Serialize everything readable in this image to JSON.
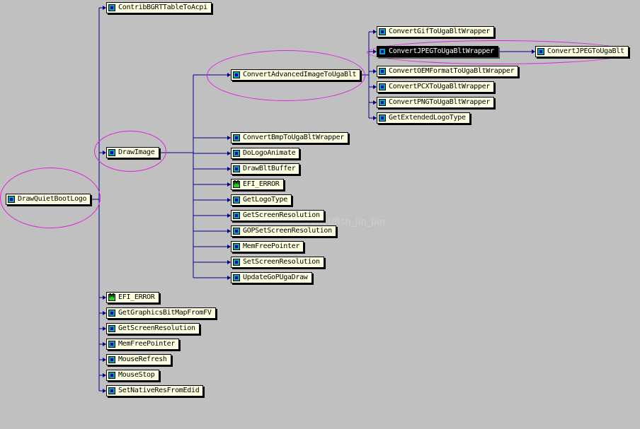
{
  "colors": {
    "background": "#c0c0c0",
    "connector": "#00008b",
    "highlight_ring": "#e020e0"
  },
  "root": {
    "label": "DrawQuietBootLogo",
    "icon": "function-icon"
  },
  "level1": [
    {
      "label": "ContribBGRTTableToAcpi",
      "icon": "function-icon"
    },
    {
      "label": "DrawImage",
      "icon": "function-icon"
    },
    {
      "label": "EFI_ERROR",
      "icon": "macro-icon"
    },
    {
      "label": "GetGraphicsBitMapFromFV",
      "icon": "function-icon"
    },
    {
      "label": "GetScreenResolution",
      "icon": "function-icon"
    },
    {
      "label": "MemFreePointer",
      "icon": "function-icon"
    },
    {
      "label": "MouseRefresh",
      "icon": "function-icon"
    },
    {
      "label": "MouseStop",
      "icon": "function-icon"
    },
    {
      "label": "SetNativeResFromEdid",
      "icon": "function-icon"
    }
  ],
  "drawimage_children": [
    {
      "label": "ConvertAdvancedImageToUgaBlt",
      "icon": "function-icon"
    },
    {
      "label": "ConvertBmpToUgaBltWrapper",
      "icon": "function-icon"
    },
    {
      "label": "DoLogoAnimate",
      "icon": "function-icon"
    },
    {
      "label": "DrawBltBuffer",
      "icon": "function-icon"
    },
    {
      "label": "EFI_ERROR",
      "icon": "macro-icon"
    },
    {
      "label": "GetLogoType",
      "icon": "function-icon"
    },
    {
      "label": "GetScreenResolution",
      "icon": "function-icon"
    },
    {
      "label": "GOPSetScreenResolution",
      "icon": "function-icon"
    },
    {
      "label": "MemFreePointer",
      "icon": "function-icon"
    },
    {
      "label": "SetScreenResolution",
      "icon": "function-icon"
    },
    {
      "label": "UpdateGoPUgaDraw",
      "icon": "function-icon"
    }
  ],
  "advanced_children": [
    {
      "label": "ConvertGifToUgaBltWrapper",
      "icon": "function-icon"
    },
    {
      "label": "ConvertJPEGToUgaBltWrapper",
      "icon": "function-icon",
      "selected": true
    },
    {
      "label": "ConvertOEMFormatToUgaBltWrapper",
      "icon": "function-icon"
    },
    {
      "label": "ConvertPCXToUgaBltWrapper",
      "icon": "function-icon"
    },
    {
      "label": "ConvertPNGToUgaBltWrapper",
      "icon": "function-icon"
    },
    {
      "label": "GetExtendedLogoType",
      "icon": "function-icon"
    }
  ],
  "jpeg_children": [
    {
      "label": "ConvertJPEGToUgaBlt",
      "icon": "function-icon"
    }
  ],
  "watermark": "http://blog.csdn.net/fish_lin_bin"
}
